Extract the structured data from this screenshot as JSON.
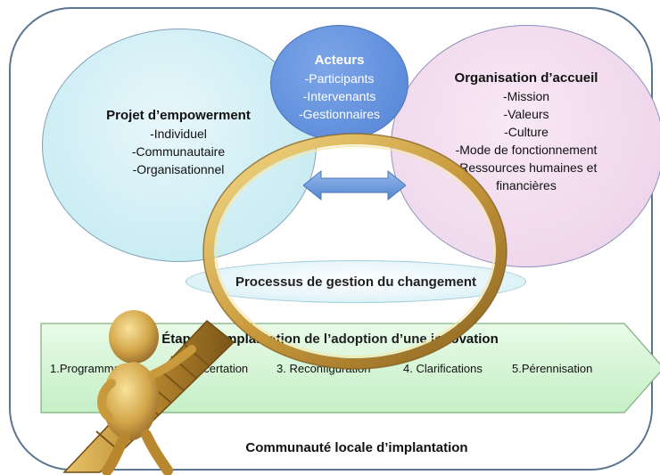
{
  "left_circle": {
    "title": "Projet d’empowerment",
    "items": [
      "-Individuel",
      "-Communautaire",
      "-Organisationnel"
    ]
  },
  "top_circle": {
    "title": "Acteurs",
    "items": [
      "-Participants",
      "-Intervenants",
      "-Gestionnaires"
    ]
  },
  "right_circle": {
    "title": "Organisation d’accueil",
    "items": [
      "-Mission",
      "-Valeurs",
      "-Culture",
      "-Mode de fonctionnement",
      "-Ressources humaines et",
      "financières"
    ]
  },
  "process": {
    "label": "Processus de gestion du changement"
  },
  "banner": {
    "title": "Étapes d’implantation de l’adoption d’une innovation",
    "steps": [
      "1.Programmation",
      "2. Concertation",
      "3. Reconfiguration",
      "4. Clarifications",
      "5.Pérennisation"
    ]
  },
  "community": {
    "label": "Communauté locale d’implantation"
  },
  "colors": {
    "left_circle": "#c9ecf3",
    "right_circle": "#efd7ec",
    "top_circle": "#5283d6",
    "banner": "#d7f5d7",
    "arrow": "#5b8fd6",
    "magnifier_frame": "#c9a24a"
  },
  "icons": [
    "double-arrow-icon",
    "magnifying-glass-icon",
    "figure-icon"
  ]
}
